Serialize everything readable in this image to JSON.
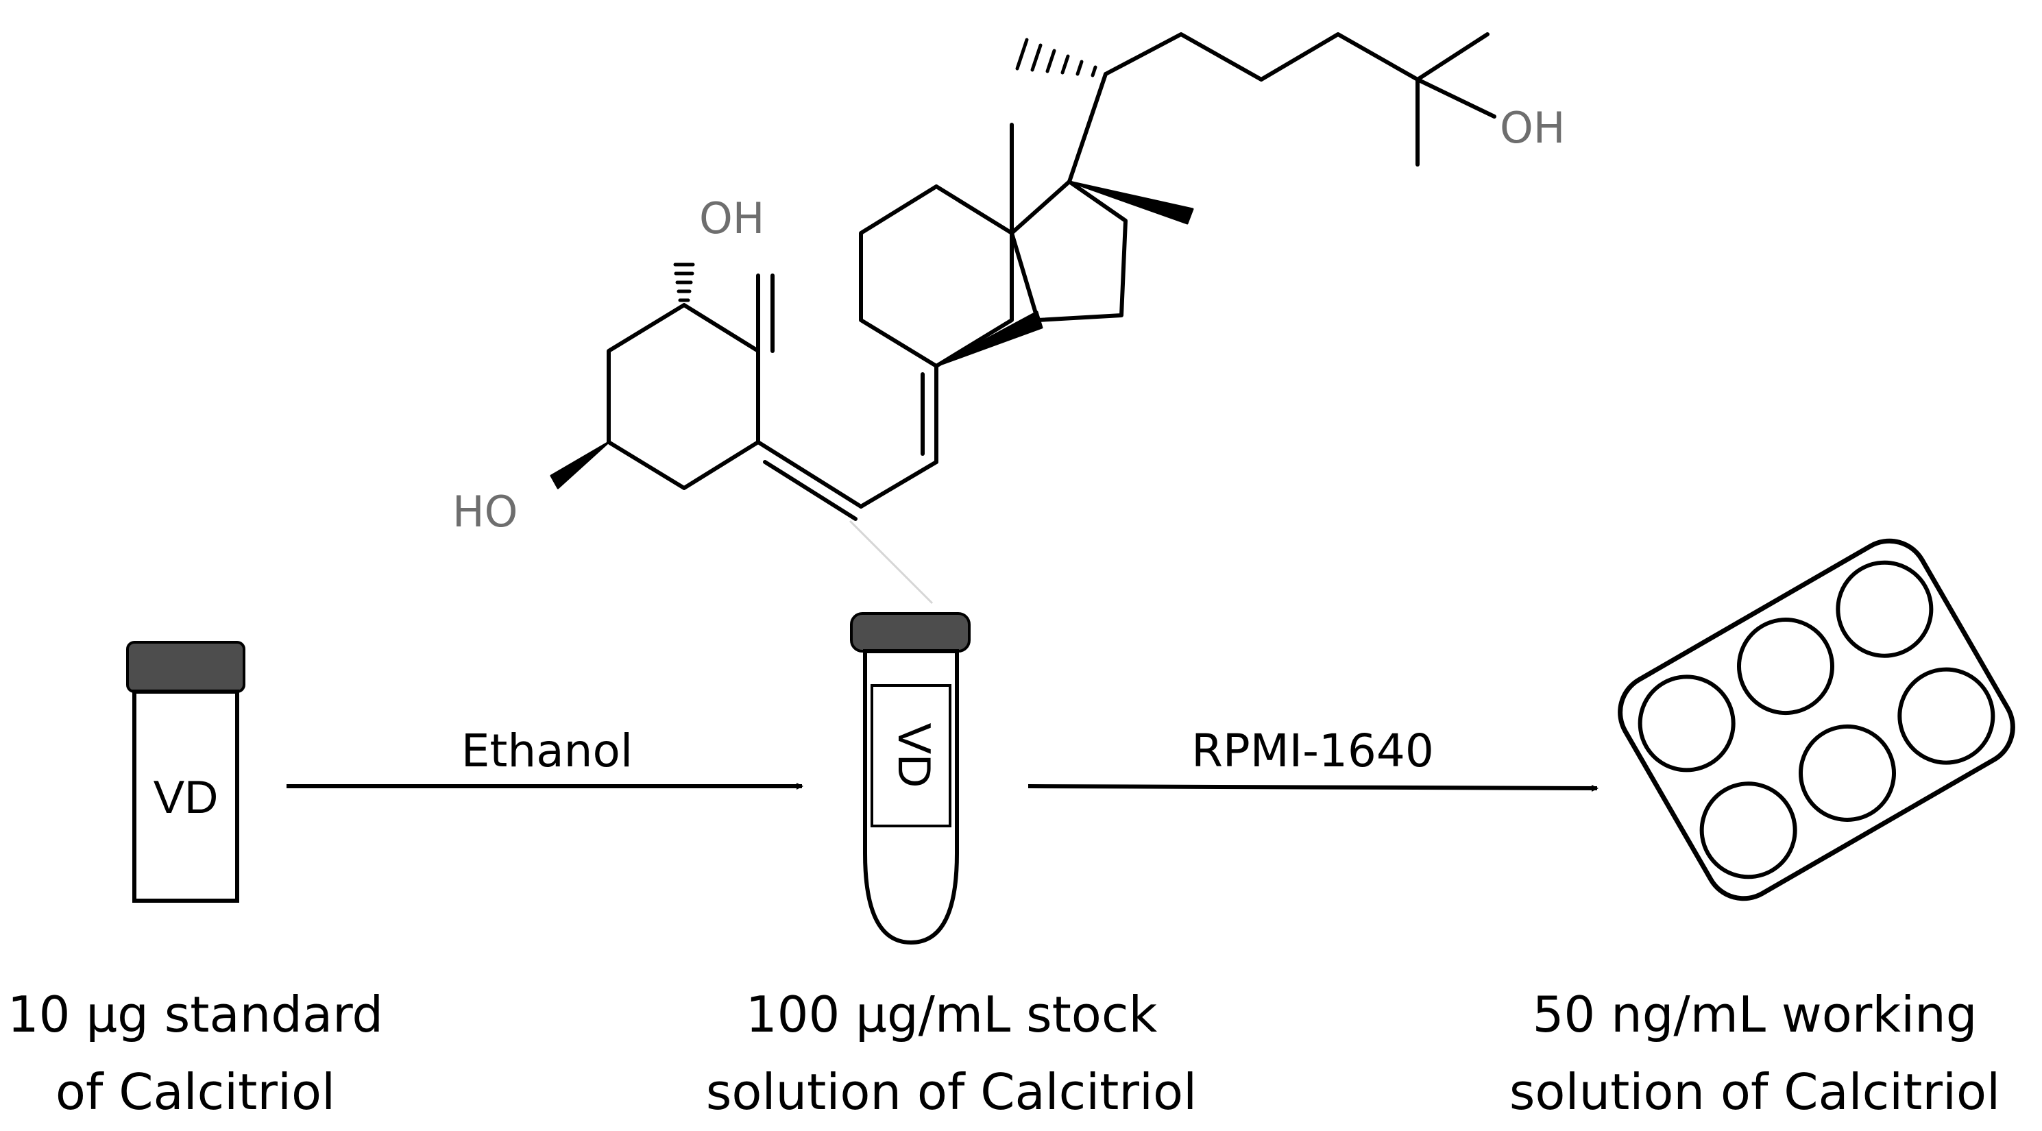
{
  "molecule": {
    "atoms": {
      "oh_top": "OH",
      "oh_side_chain": "OH",
      "ho_ring": "HO"
    }
  },
  "vial": {
    "label": "VD",
    "caption_line1": "10 µg standard",
    "caption_line2": "of Calcitriol"
  },
  "step1": {
    "label": "Ethanol"
  },
  "tube": {
    "label": "VD",
    "caption_line1": "100 µg/mL stock",
    "caption_line2": "solution of Calcitriol"
  },
  "step2": {
    "label": "RPMI-1640"
  },
  "plate": {
    "wells": 6,
    "caption_line1": "50 ng/mL working",
    "caption_line2": "solution of Calcitriol"
  },
  "colors": {
    "stroke": "#000000",
    "cap": "#4d4d4d",
    "molecule_bond": "#000000",
    "atom_text": "#6e6e6e"
  }
}
